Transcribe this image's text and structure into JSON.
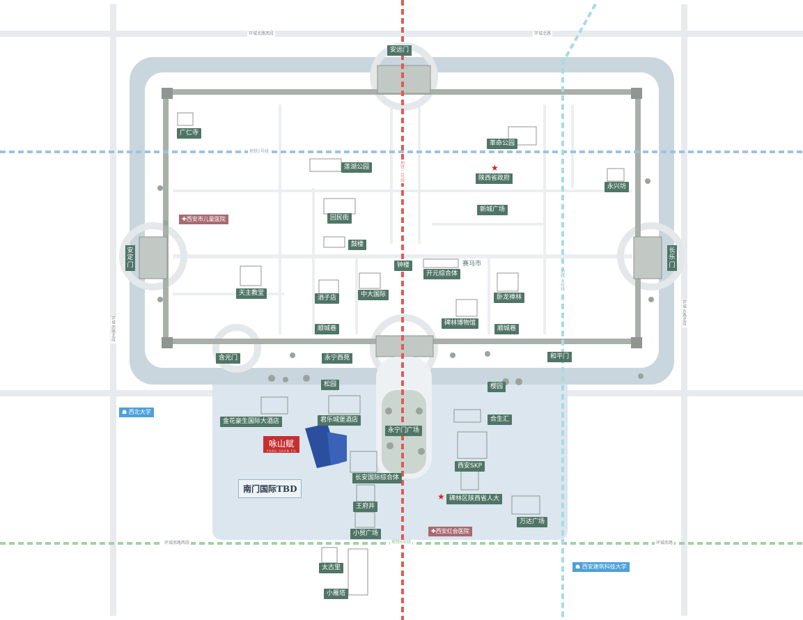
{
  "map": {
    "roads": {
      "north_ring_west": "环城北路西段",
      "north_ring": "环城北路",
      "west_ring_south": "环城西路北段",
      "east_ring": "环城东路北段",
      "south_ring_west": "环城南路西段",
      "south_ring_east": "环城南路"
    },
    "metro": {
      "line1": "地铁1号线",
      "line2": "地铁二号线",
      "line6": "地铁6号线",
      "line6_east": "地铁6号线",
      "line4": "地铁4号线"
    },
    "gates": {
      "north": "安远门",
      "west": "安定门",
      "east": "长乐门",
      "hanguang": "含光门",
      "yongning": "永宁西苑",
      "heping": "和平门"
    },
    "pois": {
      "guangren": "广仁寺",
      "geming": "革命公园",
      "lianhu": "莲湖公园",
      "shaanxi_gov": "陕西省政府",
      "xincheng": "新城广场",
      "yongxing": "永兴坊",
      "huimin": "回民街",
      "gulou": "鼓楼",
      "zhonglou": "钟楼",
      "kaiyuan": "开元综合体",
      "saima": "赛马市",
      "tianzhu": "天主教堂",
      "sazi": "洒子店",
      "zhongda": "中大国际",
      "wolong": "卧龙禅林",
      "beilin": "碑林博物馆",
      "shuncheng_w": "顺城巷",
      "shuncheng_e": "顺城巷",
      "songyuan": "松园",
      "yingyuan": "樱园",
      "jinhua": "金花豪生国际大酒店",
      "junle": "君乐城堡酒店",
      "yongningmen_sq": "永宁门广场",
      "hesheng": "合生汇",
      "skp": "西安SKP",
      "changan": "长安国际综合体",
      "beilin_gov": "碑林区陕西省人大",
      "wanda": "万达广场",
      "wangfujing": "王府井",
      "xiaomao": "小贸广场",
      "taiji": "太古里",
      "xiaoyan": "小雁塔"
    },
    "hospitals": {
      "children": "西安市儿童医院",
      "honghui": "西安红会医院"
    },
    "universities": {
      "nw": "西北大学",
      "jianzhu": "西安建筑科技大学"
    },
    "project": {
      "name": "咏山赋",
      "en": "YONG SHAN FU",
      "tbd": "南门国际TBD"
    }
  },
  "colors": {
    "moat": "#c9d6de",
    "wall": "#a8b0a9",
    "poi_label": "#4f7566",
    "metro_red": "#e05b52",
    "metro_blue": "#9fc2e0",
    "metro_green": "#a4cfa7",
    "metro_cyan": "#a6dbe4",
    "district_bg": "#dbe6ee",
    "project_building": "#2b4f9e"
  }
}
